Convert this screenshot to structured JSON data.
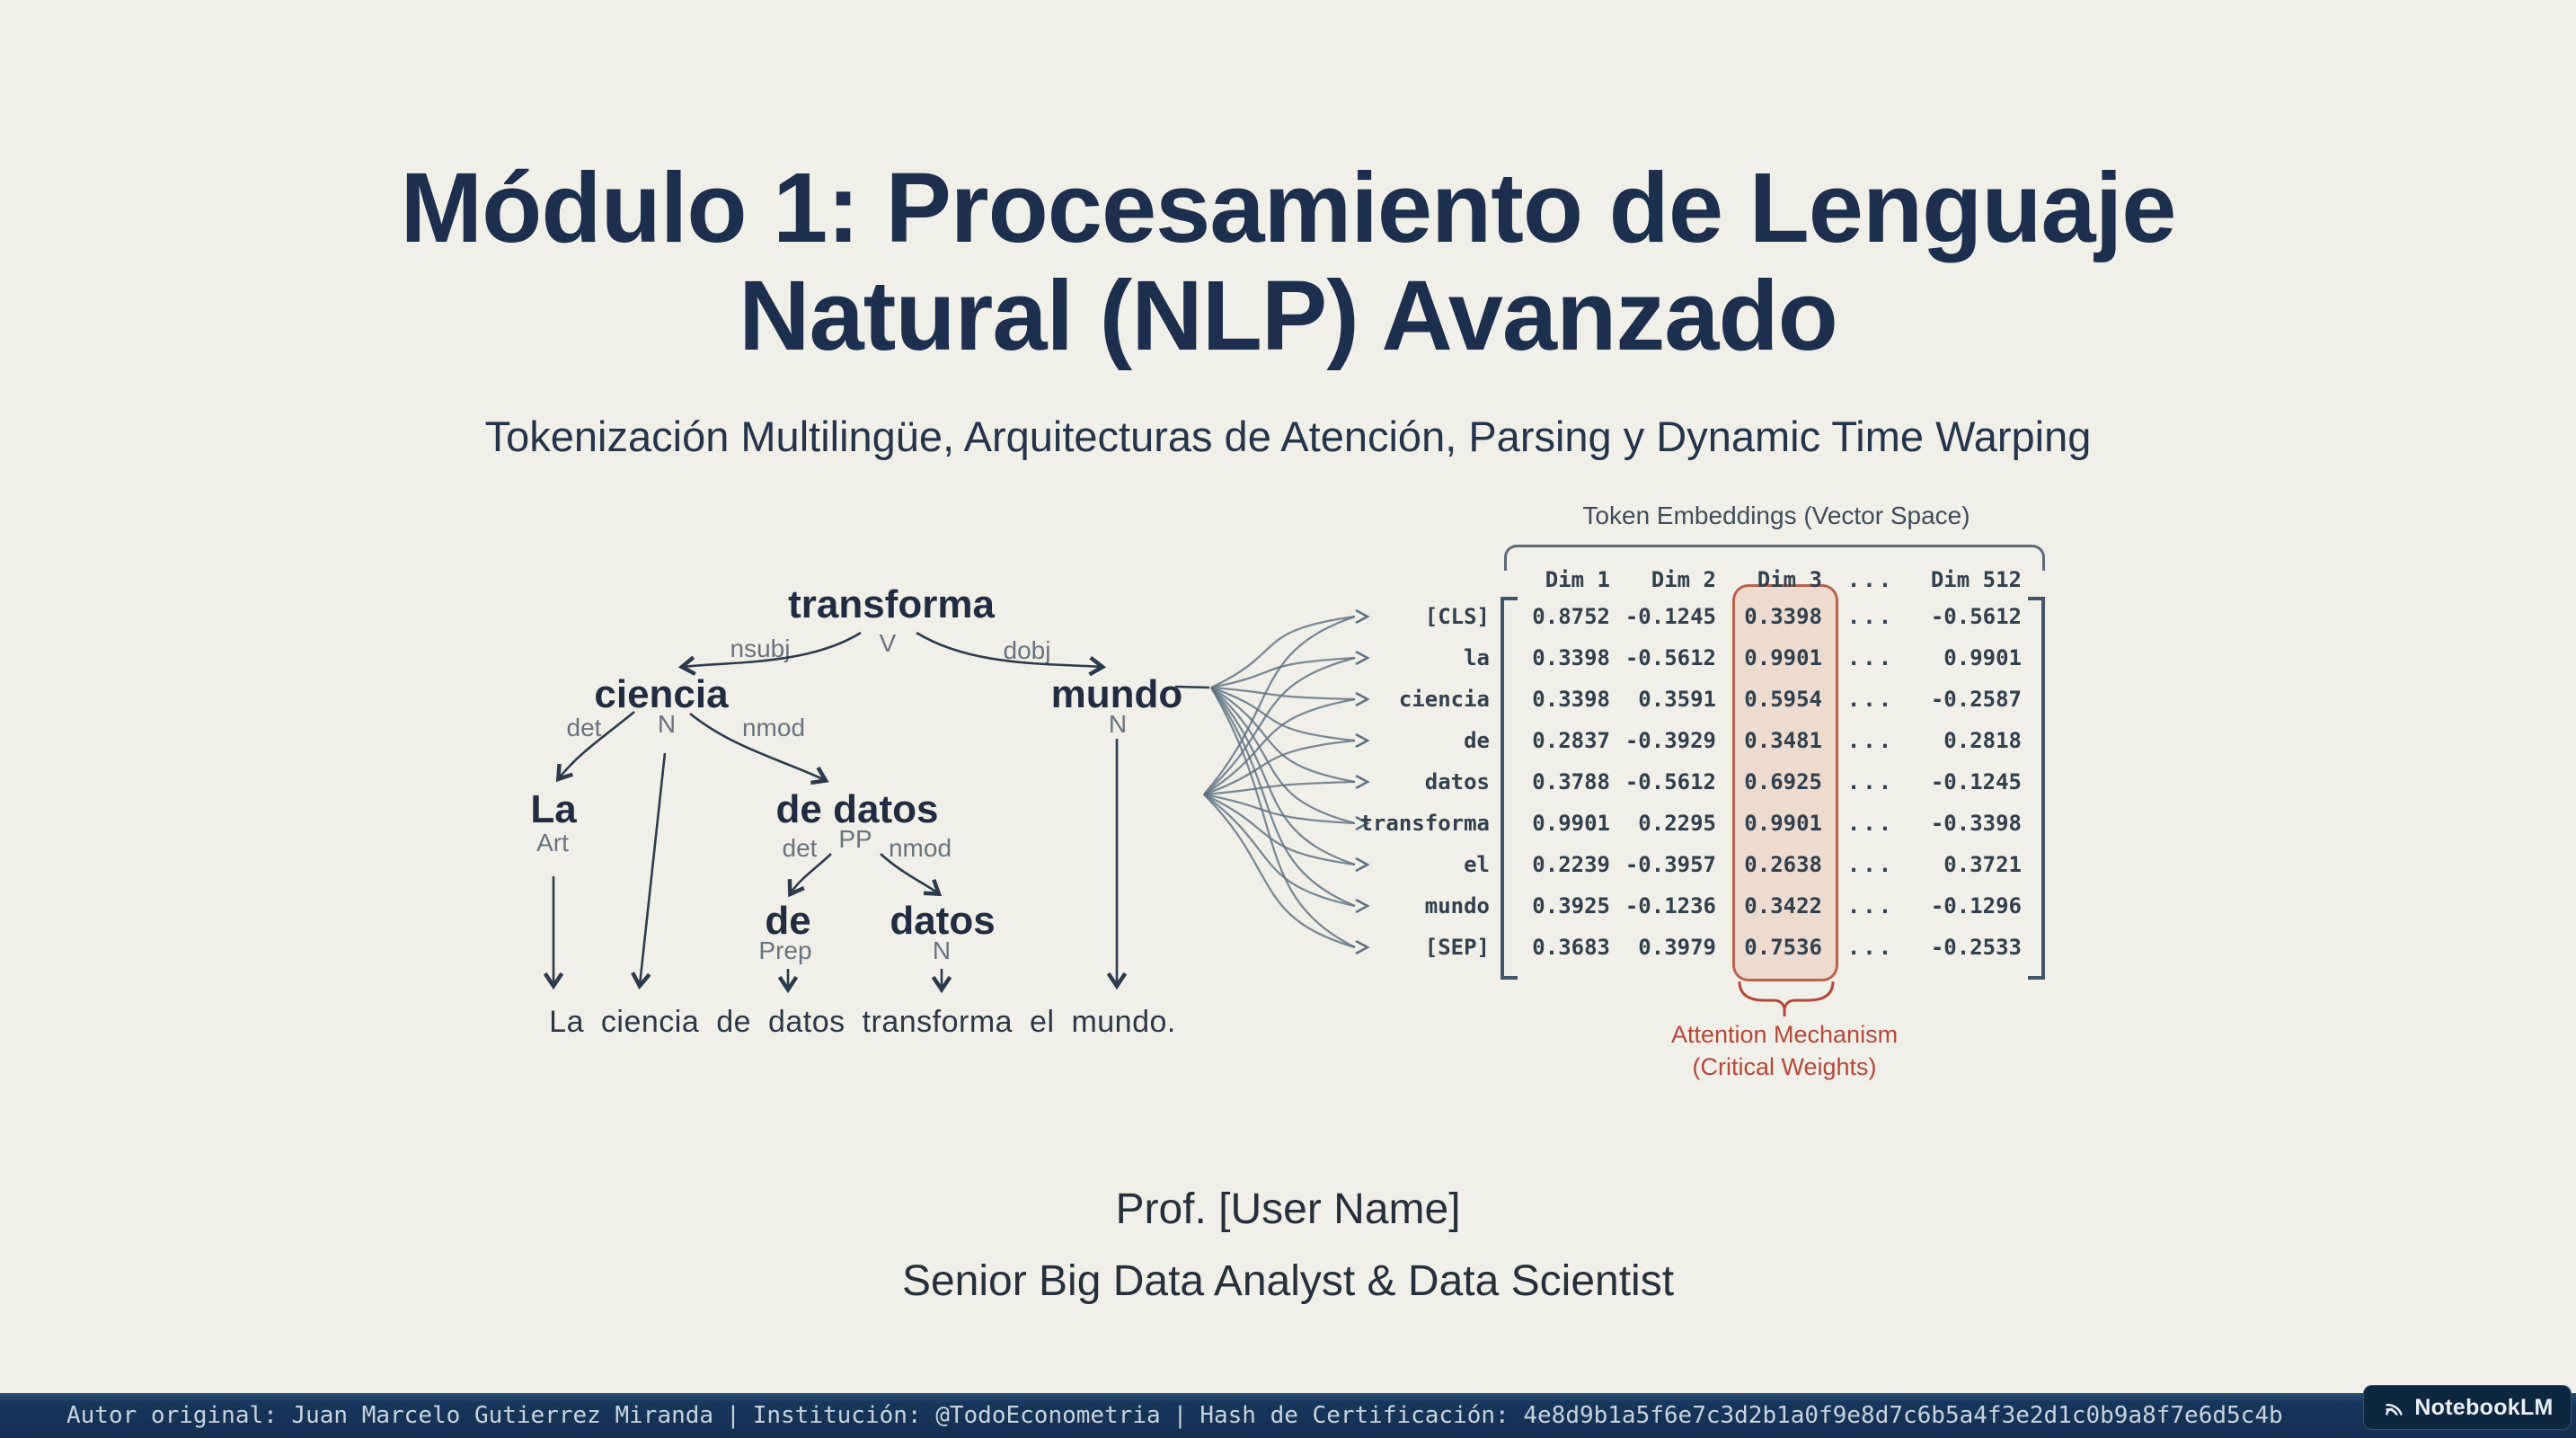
{
  "slide": {
    "title_line1": "Módulo 1: Procesamiento de Lenguaje",
    "title_line2": "Natural (NLP) Avanzado",
    "subtitle": "Tokenización Multilingüe, Arquitecturas de Atención, Parsing y Dynamic Time Warping",
    "author_name": "Prof. [User Name]",
    "author_role": "Senior Big Data Analyst & Data Scientist"
  },
  "tree": {
    "nodes": [
      {
        "word": "transforma",
        "pos": "V"
      },
      {
        "word": "ciencia",
        "pos": "N"
      },
      {
        "word": "mundo",
        "pos": "N"
      },
      {
        "word": "La",
        "pos": "Art"
      },
      {
        "word": "de datos",
        "pos": "PP"
      },
      {
        "word": "de",
        "pos": "Prep"
      },
      {
        "word": "datos",
        "pos": "N"
      }
    ],
    "edge_labels": [
      "nsubj",
      "dobj",
      "det",
      "nmod",
      "det",
      "nmod"
    ],
    "sentence": "La ciencia de datos transforma el mundo."
  },
  "embeddings": {
    "title": "Token Embeddings (Vector Space)",
    "headers": [
      "Dim 1",
      "Dim 2",
      "Dim 3",
      "...",
      "Dim 512"
    ],
    "rows": [
      {
        "token": "[CLS]",
        "values": [
          "0.8752",
          "-0.1245",
          "0.3398",
          "...",
          "-0.5612"
        ]
      },
      {
        "token": "la",
        "values": [
          "0.3398",
          "-0.5612",
          "0.9901",
          "...",
          "0.9901"
        ]
      },
      {
        "token": "ciencia",
        "values": [
          "0.3398",
          "0.3591",
          "0.5954",
          "...",
          "-0.2587"
        ]
      },
      {
        "token": "de",
        "values": [
          "0.2837",
          "-0.3929",
          "0.3481",
          "...",
          "0.2818"
        ]
      },
      {
        "token": "datos",
        "values": [
          "0.3788",
          "-0.5612",
          "0.6925",
          "...",
          "-0.1245"
        ]
      },
      {
        "token": "transforma",
        "values": [
          "0.9901",
          "0.2295",
          "0.9901",
          "...",
          "-0.3398"
        ]
      },
      {
        "token": "el",
        "values": [
          "0.2239",
          "-0.3957",
          "0.2638",
          "...",
          "0.3721"
        ]
      },
      {
        "token": "mundo",
        "values": [
          "0.3925",
          "-0.1236",
          "0.3422",
          "...",
          "-0.1296"
        ]
      },
      {
        "token": "[SEP]",
        "values": [
          "0.3683",
          "0.3979",
          "0.7536",
          "...",
          "-0.2533"
        ]
      }
    ],
    "annotation_line1": "Attention Mechanism",
    "annotation_line2": "(Critical Weights)"
  },
  "footer": {
    "autor": "Autor original: Juan Marcelo Gutierrez Miranda",
    "institucion": "Institución: @TodoEconometria",
    "hash": "Hash de Certificación: 4e8d9b1a5f6e7c3d2b1a0f9e8d7c6b5a4f3e2d1c0b9a8f7e6d5c4b",
    "separator": "|",
    "brand": "NotebookLM",
    "brand_icon": "notebooklm-waves-icon"
  },
  "colors": {
    "background": "#f1f0e8",
    "navy_text": "#1d2f4e",
    "accent_red": "#b5473a",
    "highlight_fill": "#f6ddd2",
    "footer_bg": "#17365c",
    "fan_line": "#5e7283"
  }
}
